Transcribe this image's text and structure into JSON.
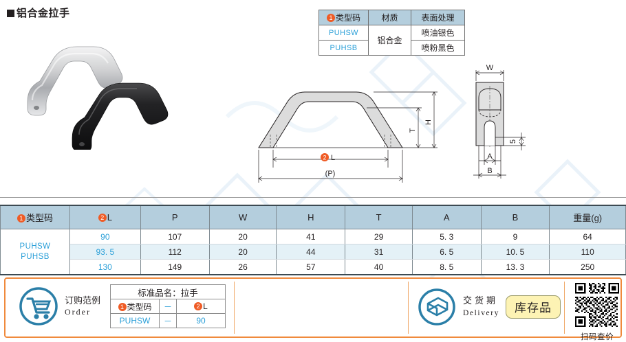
{
  "page": {
    "title": "铝合金拉手"
  },
  "material_table": {
    "headers": [
      "类型码",
      "材质",
      "表面处理"
    ],
    "header_marker": "1",
    "rows": [
      {
        "code": "PUHSW",
        "material": "铝合金",
        "finish": "喷油银色"
      },
      {
        "code": "PUHSB",
        "material": "",
        "finish": "喷粉黑色"
      }
    ]
  },
  "drawing": {
    "side_view_labels": {
      "H": "H",
      "T": "T",
      "L": "L",
      "L_marker": "2",
      "P": "(P)"
    },
    "end_view_labels": {
      "W": "W",
      "A": "A",
      "B": "B",
      "five": "5"
    }
  },
  "spec_table": {
    "headers": [
      "类型码",
      "L",
      "P",
      "W",
      "H",
      "T",
      "A",
      "B",
      "重量(g)"
    ],
    "header_markers": {
      "type_code": "1",
      "L": "2"
    },
    "type_codes": [
      "PUHSW",
      "PUHSB"
    ],
    "rows": [
      {
        "L": "90",
        "P": "107",
        "W": "20",
        "H": "41",
        "T": "29",
        "A": "5. 3",
        "B": "9",
        "weight": "64"
      },
      {
        "L": "93. 5",
        "P": "112",
        "W": "20",
        "H": "44",
        "T": "31",
        "A": "6. 5",
        "B": "10. 5",
        "weight": "110"
      },
      {
        "L": "130",
        "P": "149",
        "W": "26",
        "H": "57",
        "T": "40",
        "A": "8. 5",
        "B": "13. 3",
        "weight": "250"
      }
    ]
  },
  "order_section": {
    "label_cn": "订购范例",
    "label_en": "Order",
    "table_title": "标准品名：拉手",
    "header_type_code": "类型码",
    "header_L": "L",
    "marker_1": "1",
    "marker_2": "2",
    "dash": "－",
    "example_code": "PUHSW",
    "example_L": "90"
  },
  "delivery_section": {
    "label_cn": "交货期",
    "label_en": "Delivery",
    "badge": "库存品"
  },
  "qr_section": {
    "caption": "扫码查价"
  },
  "colors": {
    "accent_orange": "#ef5b25",
    "table_header_blue": "#b4cedd",
    "code_blue": "#2a9fd8",
    "alt_row": "#e4f1f7",
    "badge_yellow": "#fdf3b4",
    "panel_border": "#f08a3c"
  }
}
